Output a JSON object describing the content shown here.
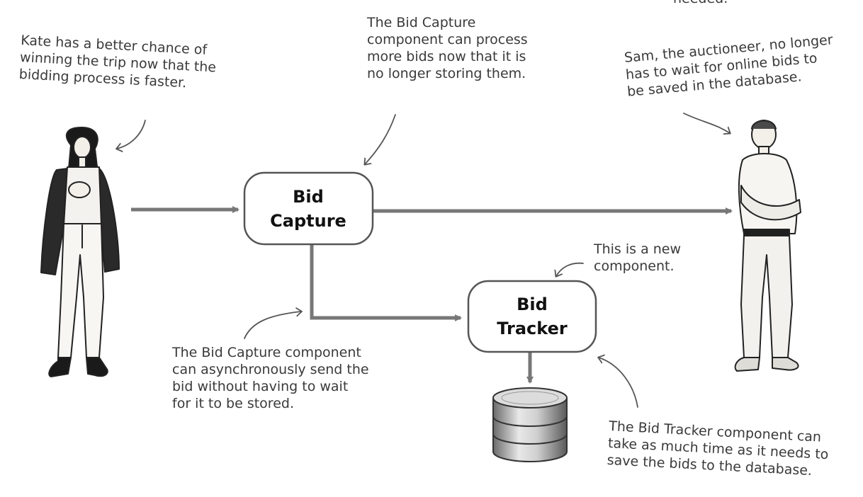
{
  "annotations": {
    "top_cut": "needed.",
    "kate": [
      "Kate has a better chance of",
      "winning the trip now that the",
      "bidding process is faster."
    ],
    "bid_capture_note": [
      "The Bid Capture",
      "component can process",
      "more bids now that it is",
      "no longer storing them."
    ],
    "sam": [
      "Sam, the auctioneer, no longer",
      "has to wait for online bids to",
      "be saved in the database."
    ],
    "new_component": [
      "This is a new",
      "component."
    ],
    "async": [
      "The Bid Capture component",
      "can asynchronously send the",
      "bid without having to wait",
      "for it to be stored."
    ],
    "tracker_note": [
      "The Bid Tracker component can",
      "take as much time as it needs to",
      "save the bids to the database."
    ]
  },
  "nodes": {
    "bid_capture": [
      "Bid",
      "Capture"
    ],
    "bid_tracker": [
      "Bid",
      "Tracker"
    ]
  },
  "figures": {
    "left": "Kate",
    "right": "Sam"
  },
  "colors": {
    "arrow": "#777777",
    "box_stroke": "#555555",
    "sketch": "#222222",
    "annotation_line": "#555555"
  }
}
